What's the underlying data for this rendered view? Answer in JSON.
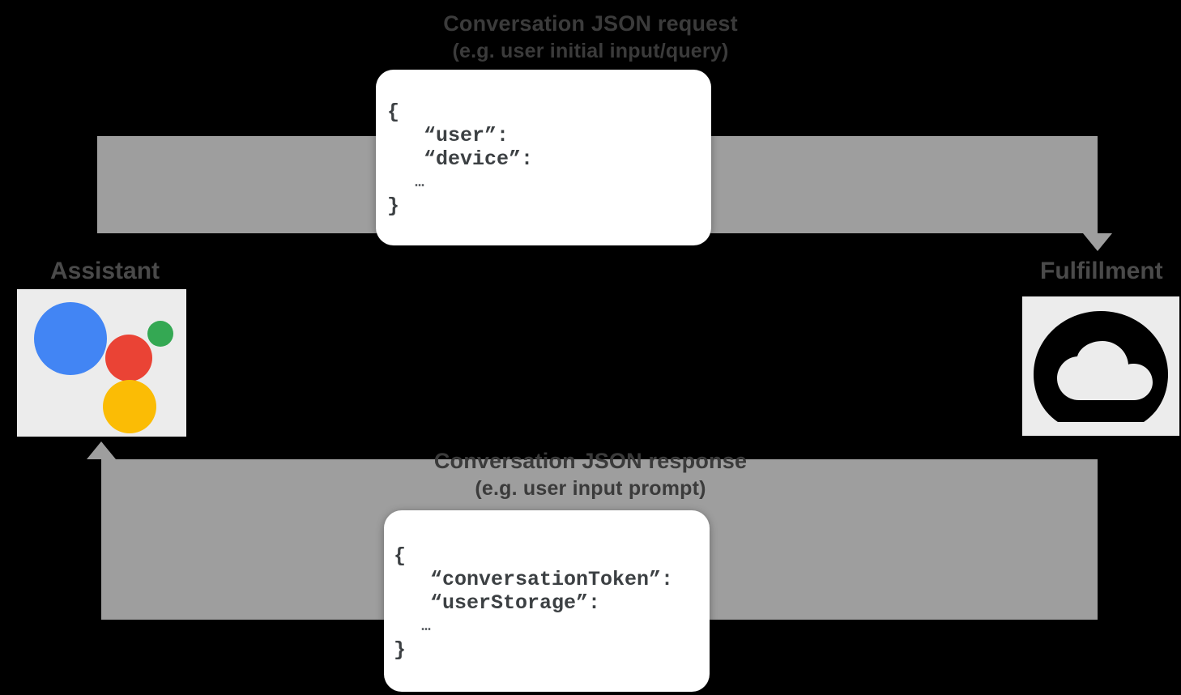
{
  "diagram": {
    "background_color": "#000000",
    "arrow_color": "#9e9e9e",
    "label_color": "#3b3b3b",
    "card_background": "#ffffff",
    "tile_background": "#ececec"
  },
  "top_flow": {
    "title": "Conversation JSON request",
    "subtitle": "(e.g. user initial input/query)",
    "direction": "assistant-to-fulfillment"
  },
  "bottom_flow": {
    "title": "Conversation JSON response",
    "subtitle": "(e.g. user input prompt)",
    "direction": "fulfillment-to-assistant"
  },
  "endpoints": {
    "left": {
      "label": "Assistant",
      "icon": "google-assistant-icon",
      "icon_colors": {
        "blue": "#4285f4",
        "red": "#ea4335",
        "yellow": "#fbbc05",
        "green": "#34a853"
      }
    },
    "right": {
      "label": "Fulfillment",
      "icon": "cloud-function-icon",
      "icon_color": "#000000"
    }
  },
  "request_card": {
    "name": "conversation-json-request",
    "lines": [
      "{",
      "   “user”:",
      "   “device”:",
      "   …",
      "}"
    ]
  },
  "response_card": {
    "name": "conversation-json-response",
    "lines": [
      "{",
      "   “conversationToken”:",
      "   “userStorage”:",
      "   …",
      "}"
    ]
  }
}
